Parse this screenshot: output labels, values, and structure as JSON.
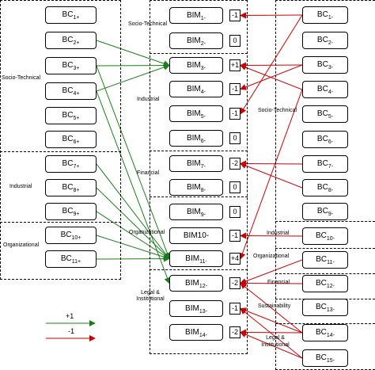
{
  "left_groups": [
    {
      "name": "Socio-Technical"
    },
    {
      "name": "Industrial"
    },
    {
      "name": "Organizational"
    }
  ],
  "left_nodes": [
    {
      "base": "BC",
      "sub": "1+"
    },
    {
      "base": "BC",
      "sub": "2+"
    },
    {
      "base": "BC",
      "sub": "3+"
    },
    {
      "base": "BC",
      "sub": "4+"
    },
    {
      "base": "BC",
      "sub": "5+"
    },
    {
      "base": "BC",
      "sub": "6+"
    },
    {
      "base": "BC",
      "sub": "7+"
    },
    {
      "base": "BC",
      "sub": "8+"
    },
    {
      "base": "BC",
      "sub": "9+"
    },
    {
      "base": "BC",
      "sub": "10+"
    },
    {
      "base": "BC",
      "sub": "11+"
    }
  ],
  "center_groups": [
    {
      "name": "Socio-Technical"
    },
    {
      "name": "Industrial"
    },
    {
      "name": "Financial"
    },
    {
      "name": "Organizational"
    },
    {
      "name": "Legal &"
    },
    {
      "name": "Institutional"
    }
  ],
  "center_nodes": [
    {
      "base": "BIM",
      "sub": "1-",
      "score": "-1"
    },
    {
      "base": "BIM",
      "sub": "2-",
      "score": "0"
    },
    {
      "base": "BIM",
      "sub": "3-",
      "score": "+1"
    },
    {
      "base": "BIM",
      "sub": "4-",
      "score": "-1"
    },
    {
      "base": "BIM",
      "sub": "5-",
      "score": "-1"
    },
    {
      "base": "BIM",
      "sub": "6-",
      "score": "0"
    },
    {
      "base": "BIM",
      "sub": "7-",
      "score": "-2"
    },
    {
      "base": "BIM",
      "sub": "8-",
      "score": "0"
    },
    {
      "base": "BIM",
      "sub": "9-",
      "score": "0"
    },
    {
      "base": "BIM10-",
      "sub": "",
      "score": "-1"
    },
    {
      "base": "BIM",
      "sub": "11-",
      "score": "+4"
    },
    {
      "base": "BIM",
      "sub": "12-",
      "score": "-2"
    },
    {
      "base": "BIM",
      "sub": "13-",
      "score": "-1"
    },
    {
      "base": "BIM",
      "sub": "14-",
      "score": "-2"
    }
  ],
  "right_groups": [
    {
      "name": "Socio-Technical"
    },
    {
      "name": "Industrial"
    },
    {
      "name": "Organizational"
    },
    {
      "name": "Financial"
    },
    {
      "name": "Sustainability"
    },
    {
      "name": "Legal &"
    },
    {
      "name": "Institutional"
    }
  ],
  "right_nodes": [
    {
      "base": "BC",
      "sub": "1-"
    },
    {
      "base": "BC",
      "sub": "2-"
    },
    {
      "base": "BC",
      "sub": "3-"
    },
    {
      "base": "BC",
      "sub": "4-"
    },
    {
      "base": "BC",
      "sub": "5-"
    },
    {
      "base": "BC",
      "sub": "6-"
    },
    {
      "base": "BC",
      "sub": "7-"
    },
    {
      "base": "BC",
      "sub": "8-"
    },
    {
      "base": "BC",
      "sub": "9-"
    },
    {
      "base": "BC",
      "sub": "10-"
    },
    {
      "base": "BC",
      "sub": "11-"
    },
    {
      "base": "BC",
      "sub": "12-"
    },
    {
      "base": "BC",
      "sub": "13-"
    },
    {
      "base": "BC",
      "sub": "14-"
    },
    {
      "base": "BC",
      "sub": "15-"
    }
  ],
  "legend": [
    {
      "label": "+1",
      "color": "#1a7f1a"
    },
    {
      "label": "-1",
      "color": "#cc0000"
    }
  ],
  "edges_positive": [
    {
      "from": 1,
      "to": 2
    },
    {
      "from": 2,
      "to": 2
    },
    {
      "from": 3,
      "to": 2
    },
    {
      "from": 2,
      "to": 10
    },
    {
      "from": 6,
      "to": 10
    },
    {
      "from": 7,
      "to": 10
    },
    {
      "from": 8,
      "to": 10
    },
    {
      "from": 9,
      "to": 10
    },
    {
      "from": 10,
      "to": 10
    },
    {
      "from": 3,
      "to": 11
    }
  ],
  "edges_negative": [
    {
      "from": 0,
      "to": 0
    },
    {
      "from": 2,
      "to": 2
    },
    {
      "from": 3,
      "to": 2
    },
    {
      "from": 2,
      "to": 3
    },
    {
      "from": 0,
      "to": 4
    },
    {
      "from": 6,
      "to": 6
    },
    {
      "from": 7,
      "to": 6
    },
    {
      "from": 9,
      "to": 9
    },
    {
      "from": 3,
      "to": 10
    },
    {
      "from": 10,
      "to": 11
    },
    {
      "from": 11,
      "to": 11
    },
    {
      "from": 13,
      "to": 11
    },
    {
      "from": 13,
      "to": 12
    },
    {
      "from": 14,
      "to": 12
    },
    {
      "from": 13,
      "to": 13
    },
    {
      "from": 14,
      "to": 13
    }
  ]
}
